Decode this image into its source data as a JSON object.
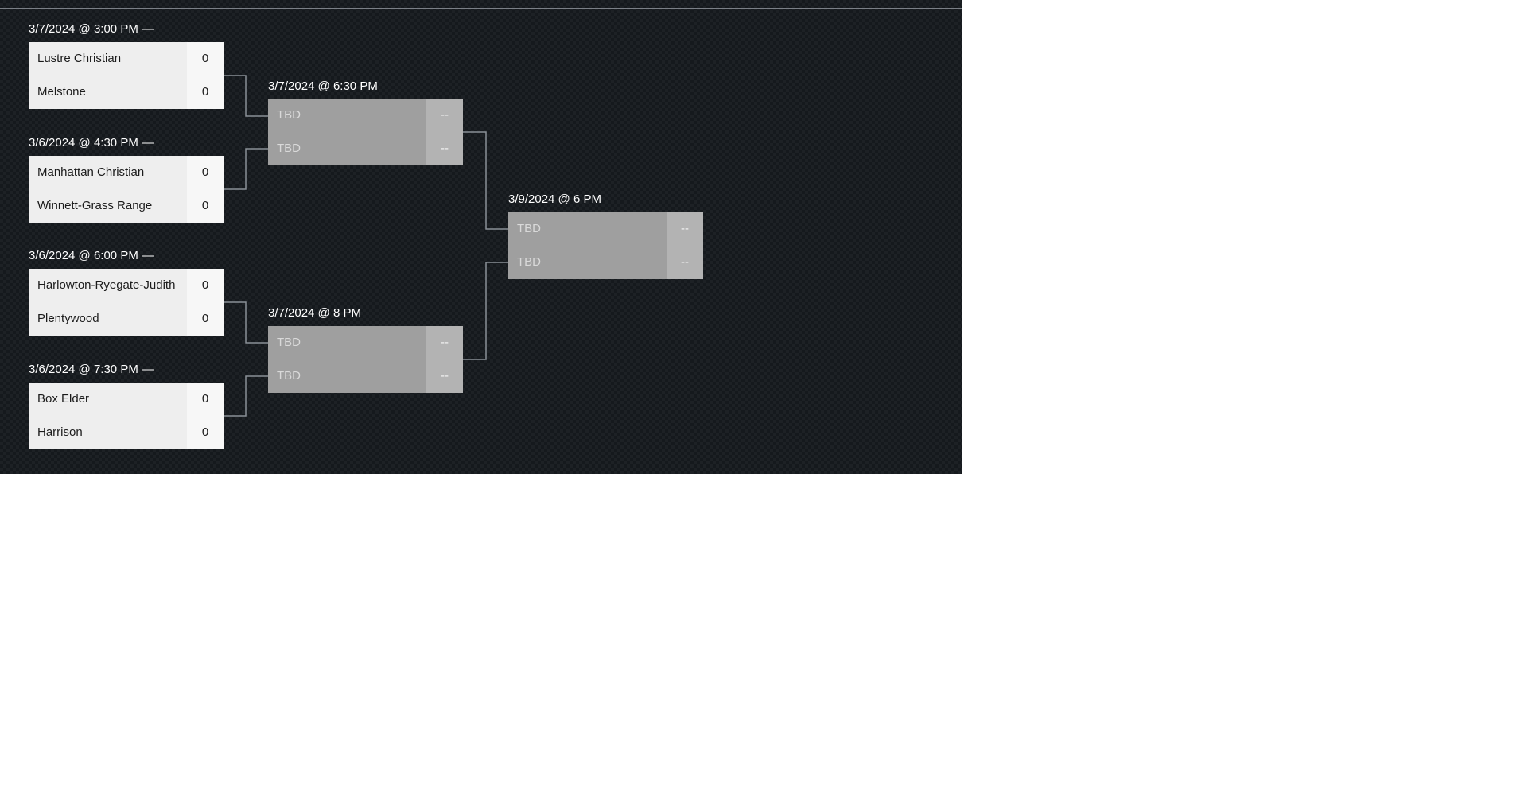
{
  "bracket": {
    "round1": [
      {
        "label": "3/7/2024 @ 3:00 PM —",
        "teams": [
          {
            "name": "Lustre Christian",
            "score": "0"
          },
          {
            "name": "Melstone",
            "score": "0"
          }
        ]
      },
      {
        "label": "3/6/2024 @ 4:30 PM —",
        "teams": [
          {
            "name": "Manhattan Christian",
            "score": "0"
          },
          {
            "name": "Winnett-Grass Range",
            "score": "0"
          }
        ]
      },
      {
        "label": "3/6/2024 @ 6:00 PM —",
        "teams": [
          {
            "name": "Harlowton-Ryegate-Judith",
            "score": "0"
          },
          {
            "name": "Plentywood",
            "score": "0"
          }
        ]
      },
      {
        "label": "3/6/2024 @ 7:30 PM —",
        "teams": [
          {
            "name": "Box Elder",
            "score": "0"
          },
          {
            "name": "Harrison",
            "score": "0"
          }
        ]
      }
    ],
    "round2": [
      {
        "label": "3/7/2024 @ 6:30 PM",
        "teams": [
          {
            "name": "TBD",
            "score": "--"
          },
          {
            "name": "TBD",
            "score": "--"
          }
        ]
      },
      {
        "label": "3/7/2024 @ 8 PM",
        "teams": [
          {
            "name": "TBD",
            "score": "--"
          },
          {
            "name": "TBD",
            "score": "--"
          }
        ]
      }
    ],
    "final": {
      "label": "3/9/2024 @ 6 PM",
      "teams": [
        {
          "name": "TBD",
          "score": "--"
        },
        {
          "name": "TBD",
          "score": "--"
        }
      ]
    }
  },
  "colors": {
    "background": "#15191d",
    "light_card": "#eeeeee",
    "tbd_card": "#9f9f9f",
    "connector": "#8a8f96"
  }
}
